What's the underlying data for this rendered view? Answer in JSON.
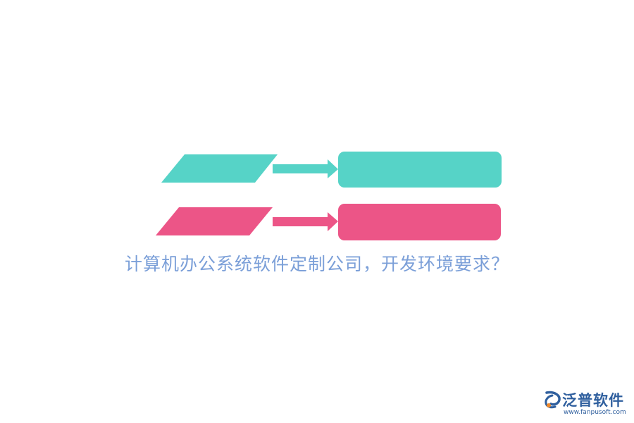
{
  "title": "计算机办公系统软件定制公司，开发环境要求？",
  "colors": {
    "teal": "#56d3c7",
    "pink": "#ec5587",
    "title": "#7b9fd8",
    "logo": "#2f5f9e",
    "logo_accent": "#f08a2b"
  },
  "rows": [
    {
      "color": "#56d3c7",
      "input_label": "",
      "output_label": ""
    },
    {
      "color": "#ec5587",
      "input_label": "",
      "output_label": ""
    }
  ],
  "logo": {
    "name": "泛普软件",
    "url": "www.fanpusoft.com",
    "icon": "fanpu-logo-icon"
  }
}
